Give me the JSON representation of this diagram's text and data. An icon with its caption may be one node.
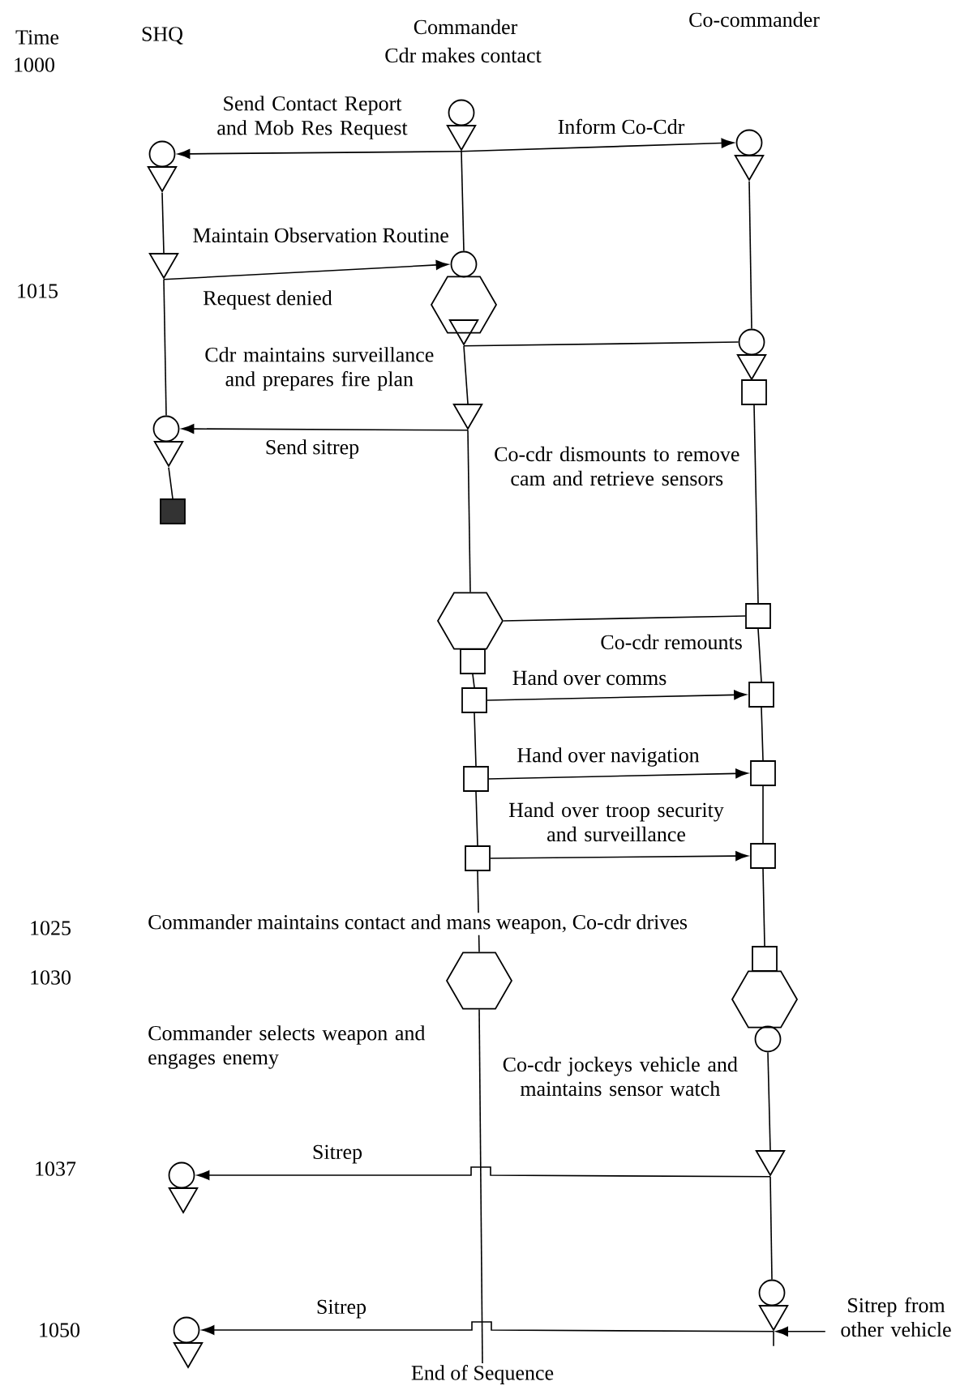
{
  "diagram": {
    "nodes": [
      {
        "text": [],
        "shape": "circle"
      },
      {
        "text": [],
        "shape": "triangle"
      },
      {
        "text": [],
        "shape": "circle"
      },
      {
        "text": [],
        "shape": "circle"
      },
      {
        "text": [],
        "shape": "triangle"
      },
      {
        "text": [],
        "shape": "triangle"
      },
      {
        "text": [],
        "shape": "triangle"
      },
      {
        "text": [],
        "shape": "circle"
      },
      {
        "text": [],
        "shape": "hexagon"
      },
      {
        "text": [],
        "shape": "triangle"
      },
      {
        "text": [],
        "shape": "circle"
      },
      {
        "text": [],
        "shape": "triangle"
      },
      {
        "text": [],
        "shape": "box"
      },
      {
        "text": [],
        "shape": "triangle"
      },
      {
        "text": [],
        "shape": "circle"
      },
      {
        "text": [],
        "shape": "triangle"
      },
      {
        "text": [],
        "shape": "box"
      },
      {
        "text": [],
        "shape": "box"
      },
      {
        "text": [],
        "shape": "hexagon"
      },
      {
        "text": [],
        "shape": "box"
      },
      {
        "text": [],
        "shape": "box"
      },
      {
        "text": [],
        "shape": "box"
      },
      {
        "text": [],
        "shape": "box"
      },
      {
        "text": [],
        "shape": "box"
      },
      {
        "text": [],
        "shape": "box"
      },
      {
        "text": [],
        "shape": "box"
      },
      {
        "text": [],
        "shape": "box"
      },
      {
        "text": [],
        "shape": "hexagon"
      },
      {
        "text": [],
        "shape": "hexagon"
      },
      {
        "text": [],
        "shape": "circle"
      },
      {
        "text": [],
        "shape": "triangle"
      },
      {
        "text": [],
        "shape": "circle"
      },
      {
        "text": [],
        "shape": "triangle"
      },
      {
        "text": [],
        "shape": "circle"
      },
      {
        "text": [],
        "shape": "triangle"
      },
      {
        "text": [
          "Sitrep from other vehicle"
        ]
      },
      {
        "text": [],
        "shape": "circle"
      },
      {
        "text": [],
        "shape": "triangle"
      },
      {
        "text": [
          "End of Sequence"
        ]
      }
    ],
    "edges": [
      {
        "from": 1,
        "to": 2,
        "arrow": "to",
        "label": "Send Contact Report and Mob Res Request"
      },
      {
        "from": 1,
        "to": 3,
        "arrow": "to",
        "label": "Inform Co-Cdr"
      },
      {
        "from": 6,
        "to": 7,
        "arrow": "to",
        "label": "Request denied"
      },
      {
        "from": 9,
        "to": 10,
        "arrow": "none"
      },
      {
        "from": 13,
        "to": 14,
        "arrow": "to",
        "label": "Send sitrep"
      },
      {
        "from": 17,
        "to": 18,
        "arrow": "none"
      },
      {
        "from": 21,
        "to": 20,
        "arrow": "to",
        "label": "Hand over comms"
      },
      {
        "from": 23,
        "to": 22,
        "arrow": "to",
        "label": "Hand over navigation"
      },
      {
        "from": 25,
        "to": 24,
        "arrow": "to",
        "label": "Hand over troop security and surveillance"
      },
      {
        "from": 30,
        "to": 31,
        "arrow": "to",
        "label": "Sitrep"
      },
      {
        "from": 34,
        "to": 36,
        "arrow": "to",
        "label": "Sitrep"
      },
      {
        "from": 35,
        "to": 34,
        "arrow": "to"
      },
      {
        "from": 1,
        "to": 7,
        "arrow": "none"
      },
      {
        "from": 4,
        "to": 6,
        "arrow": "none"
      },
      {
        "from": 5,
        "to": 10,
        "arrow": "none"
      },
      {
        "from": 6,
        "to": 14,
        "arrow": "none"
      },
      {
        "from": 9,
        "to": 13,
        "arrow": "none"
      },
      {
        "from": 15,
        "to": 16,
        "arrow": "none"
      },
      {
        "from": 12,
        "to": 17,
        "arrow": "none"
      },
      {
        "from": 13,
        "to": 18,
        "arrow": "none"
      },
      {
        "from": 19,
        "to": 21,
        "arrow": "none"
      },
      {
        "from": 17,
        "to": 20,
        "arrow": "none"
      },
      {
        "from": 21,
        "to": 23,
        "arrow": "none"
      },
      {
        "from": 20,
        "to": 22,
        "arrow": "none"
      },
      {
        "from": 23,
        "to": 25,
        "arrow": "none"
      },
      {
        "from": 22,
        "to": 24,
        "arrow": "none"
      },
      {
        "from": 25,
        "to": 27,
        "arrow": "none"
      },
      {
        "from": 24,
        "to": 26,
        "arrow": "none"
      },
      {
        "from": 29,
        "to": 30,
        "arrow": "none"
      },
      {
        "from": 30,
        "to": 33,
        "arrow": "none"
      },
      {
        "from": 27,
        "to": 38,
        "arrow": "none"
      }
    ],
    "labels": [
      "Time",
      "SHQ",
      "Commander",
      "Co-commander",
      "1000",
      "Cdr makes contact",
      "1015",
      "Maintain Observation Routine",
      "Cdr maintains surveillance and prepares fire plan",
      "Co-cdr dismounts to remove cam and retrieve sensors",
      "Co-cdr remounts",
      "1025",
      "Commander maintains contact and mans weapon, Co-cdr drives",
      "1030",
      "Commander selects weapon and engages enemy",
      "Co-cdr jockeys vehicle and maintains sensor watch",
      "1037",
      "1050"
    ]
  }
}
